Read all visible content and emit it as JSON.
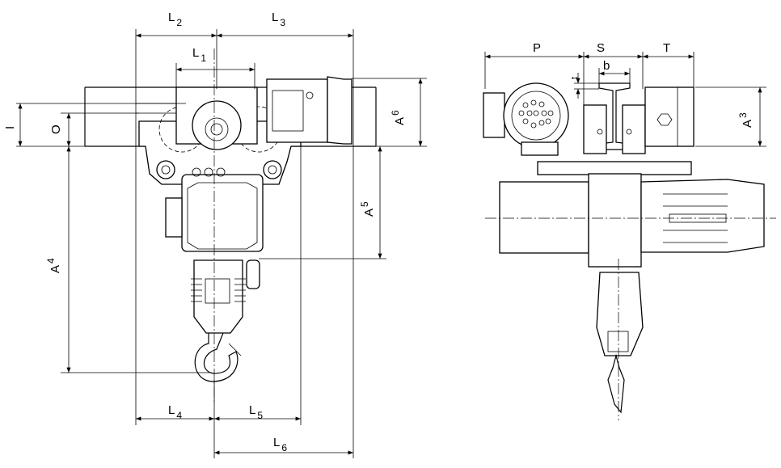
{
  "dimensions": {
    "L1": {
      "letter": "L",
      "sub": "1"
    },
    "L2": {
      "letter": "L",
      "sub": "2"
    },
    "L3": {
      "letter": "L",
      "sub": "3"
    },
    "L4": {
      "letter": "L",
      "sub": "4"
    },
    "L5": {
      "letter": "L",
      "sub": "5"
    },
    "L6": {
      "letter": "L",
      "sub": "6"
    },
    "A3": {
      "letter": "A",
      "sub": "3"
    },
    "A4": {
      "letter": "A",
      "sub": "4"
    },
    "A5": {
      "letter": "A",
      "sub": "5"
    },
    "A6": {
      "letter": "A",
      "sub": "6"
    },
    "I": {
      "letter": "I"
    },
    "O": {
      "letter": "O"
    },
    "P": {
      "letter": "P"
    },
    "S": {
      "letter": "S"
    },
    "T": {
      "letter": "T"
    },
    "b": {
      "letter": "b"
    },
    "t": {
      "letter": "t"
    }
  }
}
